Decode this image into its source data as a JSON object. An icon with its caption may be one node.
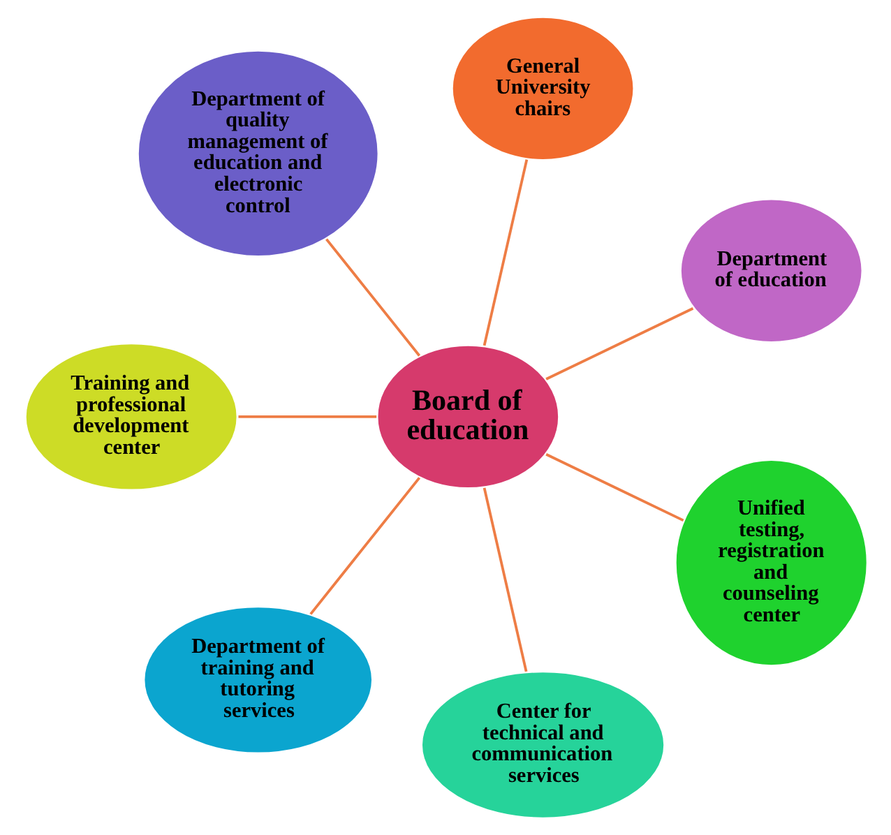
{
  "diagram": {
    "nodes": [
      {
        "text": [
          "Board of education"
        ]
      },
      {
        "text": [
          "Department of education"
        ]
      },
      {
        "text": [
          "General University chairs"
        ]
      },
      {
        "text": [
          "Department of quality management of education and electronic control"
        ]
      },
      {
        "text": [
          "Training and professional development center"
        ]
      },
      {
        "text": [
          "Department of training and tutoring services"
        ]
      },
      {
        "text": [
          "Center for technical and communication services"
        ]
      },
      {
        "text": [
          "Unified testing, registration and counseling center"
        ]
      }
    ],
    "edges": [
      {
        "from": 0,
        "to": 1,
        "arrow": "none"
      },
      {
        "from": 0,
        "to": 3,
        "arrow": "none"
      },
      {
        "from": 0,
        "to": 5,
        "arrow": "none"
      },
      {
        "from": 0,
        "to": 6,
        "arrow": "none"
      },
      {
        "from": 0,
        "to": 7,
        "arrow": "none"
      },
      {
        "from": 0,
        "to": 4,
        "arrow": "none"
      },
      {
        "from": 0,
        "to": 2,
        "arrow": "none"
      }
    ]
  }
}
